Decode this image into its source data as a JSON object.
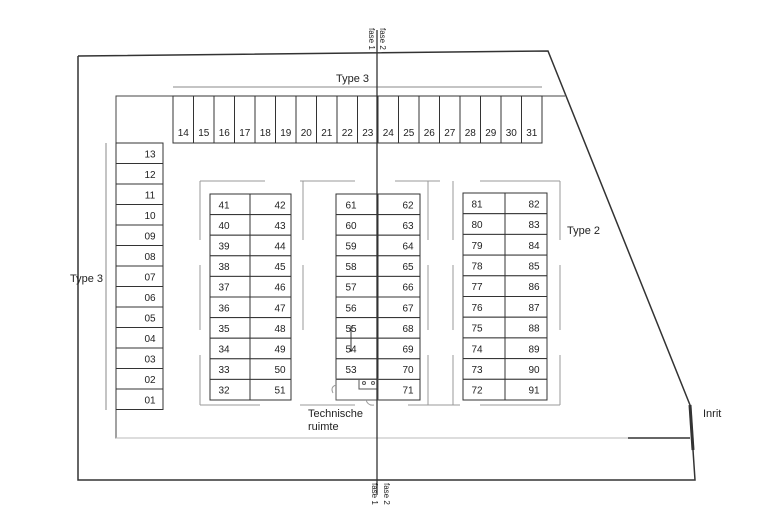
{
  "labels": {
    "type3_top": "Type 3",
    "type3_left": "Type 3",
    "type2": "Type 2",
    "technical_room_line1": "Technische",
    "technical_room_line2": "ruimte",
    "entrance": "Inrit",
    "phase1": "fase 1",
    "phase2": "fase 2"
  },
  "units": {
    "top_row": [
      "14",
      "15",
      "16",
      "17",
      "18",
      "19",
      "20",
      "21",
      "22",
      "23",
      "24",
      "25",
      "26",
      "27",
      "28",
      "29",
      "30",
      "31"
    ],
    "left_column": [
      "13",
      "12",
      "11",
      "10",
      "09",
      "08",
      "07",
      "06",
      "05",
      "04",
      "03",
      "02",
      "01"
    ],
    "block_a_left": [
      "41",
      "40",
      "39",
      "38",
      "37",
      "36",
      "35",
      "34",
      "33",
      "32"
    ],
    "block_a_right": [
      "42",
      "43",
      "44",
      "45",
      "46",
      "47",
      "48",
      "49",
      "50",
      "51"
    ],
    "block_b_left": [
      "61",
      "60",
      "59",
      "58",
      "57",
      "56",
      "55",
      "54",
      "53"
    ],
    "block_b_right": [
      "62",
      "63",
      "64",
      "65",
      "66",
      "67",
      "68",
      "69",
      "70",
      "71"
    ],
    "block_c_left": [
      "81",
      "80",
      "79",
      "78",
      "77",
      "76",
      "75",
      "74",
      "73",
      "72"
    ],
    "block_c_right": [
      "82",
      "83",
      "84",
      "85",
      "86",
      "87",
      "88",
      "89",
      "90",
      "91"
    ]
  }
}
